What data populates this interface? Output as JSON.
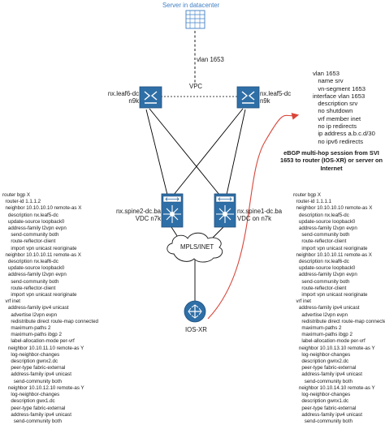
{
  "labels": {
    "server": "Server in datacenter",
    "vlan": "vlan 1653",
    "vpc": "VPC",
    "leaf6": "nx.leaf6-dc\nn9k",
    "leaf5": "nx.leaf5-dc\nn9k",
    "spine2": "nx.spine2-dc.ba\nVDC n7k",
    "spine1": "nx.spine1-dc.ba\nVDC on n7k",
    "cloud": "MPLS/INET",
    "router": "IOS-XR"
  },
  "vlan_config": "vlan 1653\n   name srv\n   vn-segment 1653\ninterface vlan 1653\n   description srv\n   no shutdown\n   vrf member inet\n   no ip redirects\n   ip address a.b.c.d/30\n   no ipv6 redirects",
  "ebgp_note": "eBGP multi-hop session from SVI 1653 to router (IOS-XR) or server on Internet",
  "left_config": "router bgp X\n  router-id 1.1.1.2\n  neighbor 10.10.10.10 remote-as X\n    description nx.leaf5-dc\n    update-source loopback0\n    address-family l2vpn evpn\n      send-community both\n      route-reflector-client\n      import vpn unicast reoriginate\n  neighbor 10.10.10.11 remote-as X\n    description nx.leaf6-dc\n    update-source loopback0\n    address-family l2vpn evpn\n      send-community both\n      route-reflector-client\n      import vpn unicast reoriginate\n  vrf inet\n    address-family ipv4 unicast\n      advertise l2vpn evpn\n      redistribute direct route-map connected\n      maximum-paths 2\n      maximum-paths ibgp 2\n      label-allocation-mode per-vrf\n    neighbor 10.10.11.10 remote-as Y\n      log-neighbor-changes\n      description gwnx2.dc\n      peer-type fabric-external\n      address-family ipv4 unicast\n        send-community both\n    neighbor 10.10.12.10 remote-as Y\n      log-neighbor-changes\n      description gwx1.dc\n      peer-type fabric-external\n      address-family ipv4 unicast\n        send-community both",
  "right_config": "router bgp X\n  router-id 1.1.1.1\n  neighbor 10.10.10.10 remote-as X\n    description nx.leaf5-dc\n    update-source loopback0\n    address-family l2vpn evpn\n      send-community both\n      route-reflector-client\n      import vpn unicast reoriginate\n  neighbor 10.10.10.11 remote-as X\n    description nx.leaf6-dc\n    update-source loopback0\n    address-family l2vpn evpn\n      send-community both\n      route-reflector-client\n      import vpn unicast reoriginate\n  vrf inet\n    address-family ipv4 unicast\n      advertise l2vpn evpn\n      redistribute direct route-map connected\n      maximum-paths 2\n      maximum-paths ibgp 2\n      label-allocation-mode per-vrf\n    neighbor 10.10.13.10 remote-as Y\n      log-neighbor-changes\n      description gwnx2.dc\n      peer-type fabric-external\n      address-family ipv4 unicast\n        send-community both\n    neighbor 10.10.14.10 remote-as Y\n      log-neighbor-changes\n      description gwnx1.dc\n      peer-type fabric-external\n      address-family ipv4 unicast\n        send-community both",
  "colors": {
    "device": "#2f6fa7",
    "device_dark": "#1f4f7c",
    "accent_blue": "#3f7fc4",
    "session_arrow": "#d9463b",
    "line": "#000000"
  }
}
